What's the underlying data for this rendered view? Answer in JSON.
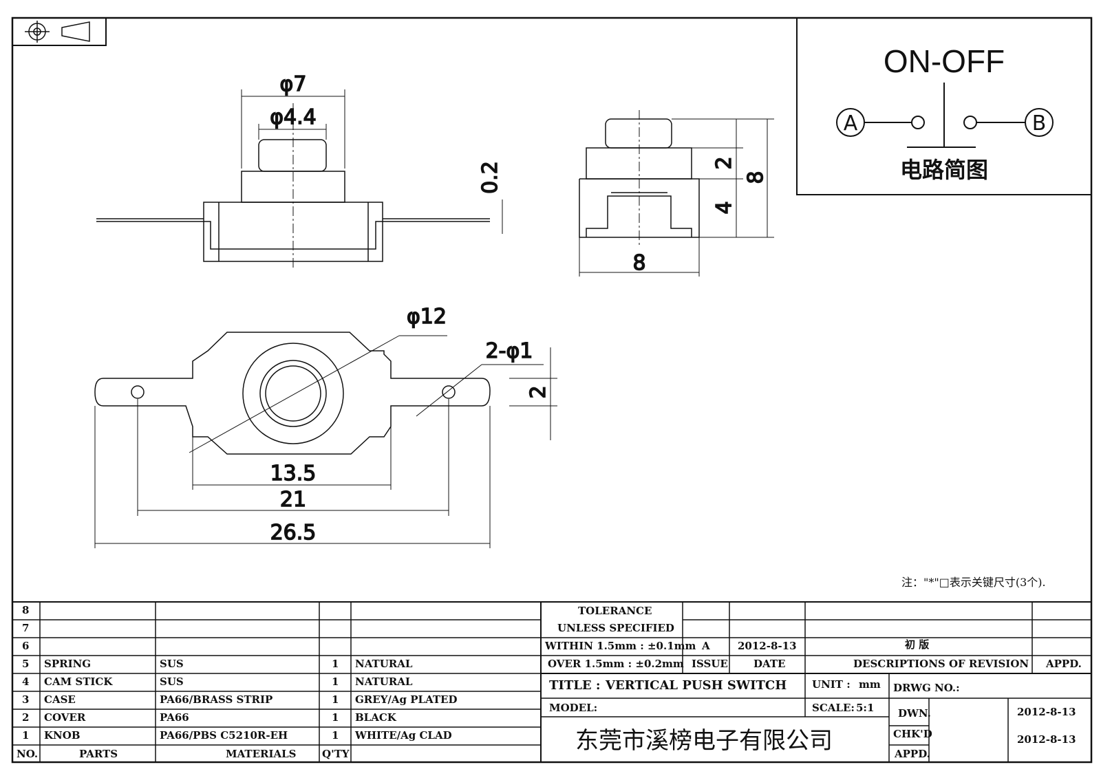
{
  "drawing": {
    "top_view_dims": {
      "d_outer": "φ7",
      "d_inner": "φ4.4",
      "gap": "0.2"
    },
    "side_view_dims": {
      "d_top": "2",
      "d_mid": "4",
      "d_total": "8",
      "d_width": "8"
    },
    "bottom_view_dims": {
      "d_circle": "φ12",
      "d_holes": "2-φ1",
      "d_h": "2",
      "w1": "13.5",
      "w2": "21",
      "w3": "26.5"
    }
  },
  "schematic": {
    "title": "ON-OFF",
    "terminal_a": "A",
    "terminal_b": "B",
    "caption": "电路简图"
  },
  "note": "注：\"*\"□表示关键尺寸(3个).",
  "parts_table": {
    "rows": [
      {
        "no": "8",
        "part": "",
        "material": "",
        "qty": "",
        "finish": ""
      },
      {
        "no": "7",
        "part": "",
        "material": "",
        "qty": "",
        "finish": ""
      },
      {
        "no": "6",
        "part": "",
        "material": "",
        "qty": "",
        "finish": ""
      },
      {
        "no": "5",
        "part": "SPRING",
        "material": "SUS",
        "qty": "1",
        "finish": "NATURAL"
      },
      {
        "no": "4",
        "part": "CAM STICK",
        "material": "SUS",
        "qty": "1",
        "finish": "NATURAL"
      },
      {
        "no": "3",
        "part": "CASE",
        "material": "PA66/BRASS STRIP",
        "qty": "1",
        "finish": "GREY/Ag PLATED"
      },
      {
        "no": "2",
        "part": "COVER",
        "material": "PA66",
        "qty": "1",
        "finish": "BLACK"
      },
      {
        "no": "1",
        "part": "KNOB",
        "material": "PA66/PBS C5210R-EH",
        "qty": "1",
        "finish": "WHITE/Ag CLAD"
      }
    ],
    "header": {
      "no": "NO.",
      "parts": "PARTS",
      "materials": "MATERIALS",
      "qty": "Q'TY"
    }
  },
  "title_block": {
    "tolerance_1": "TOLERANCE",
    "tolerance_2": "UNLESS  SPECIFIED",
    "within": "WITHIN 1.5mm : ±0.1mm",
    "over": "OVER 1.5mm : ±0.2mm",
    "rev_issue": "A",
    "rev_date": "2012-8-13",
    "rev_desc": "初  版",
    "h_issue": "ISSUE",
    "h_date": "DATE",
    "h_desc": "DESCRIPTIONS OF REVISION",
    "h_appd": "APPD.",
    "title_label": "TITLE :",
    "title_value": "VERTICAL PUSH SWITCH",
    "unit_label": "UNIT :",
    "unit_value": "mm",
    "drwg_label": "DRWG NO.:",
    "model_label": "MODEL:",
    "scale_label": "SCALE:",
    "scale_value": "5:1",
    "dwn_label": "DWN.",
    "dwn_date": "2012-8-13",
    "chkd_label": "CHK'D",
    "chkd_date": "2012-8-13",
    "appd_label": "APPD.",
    "company": "东莞市溪榜电子有限公司"
  }
}
